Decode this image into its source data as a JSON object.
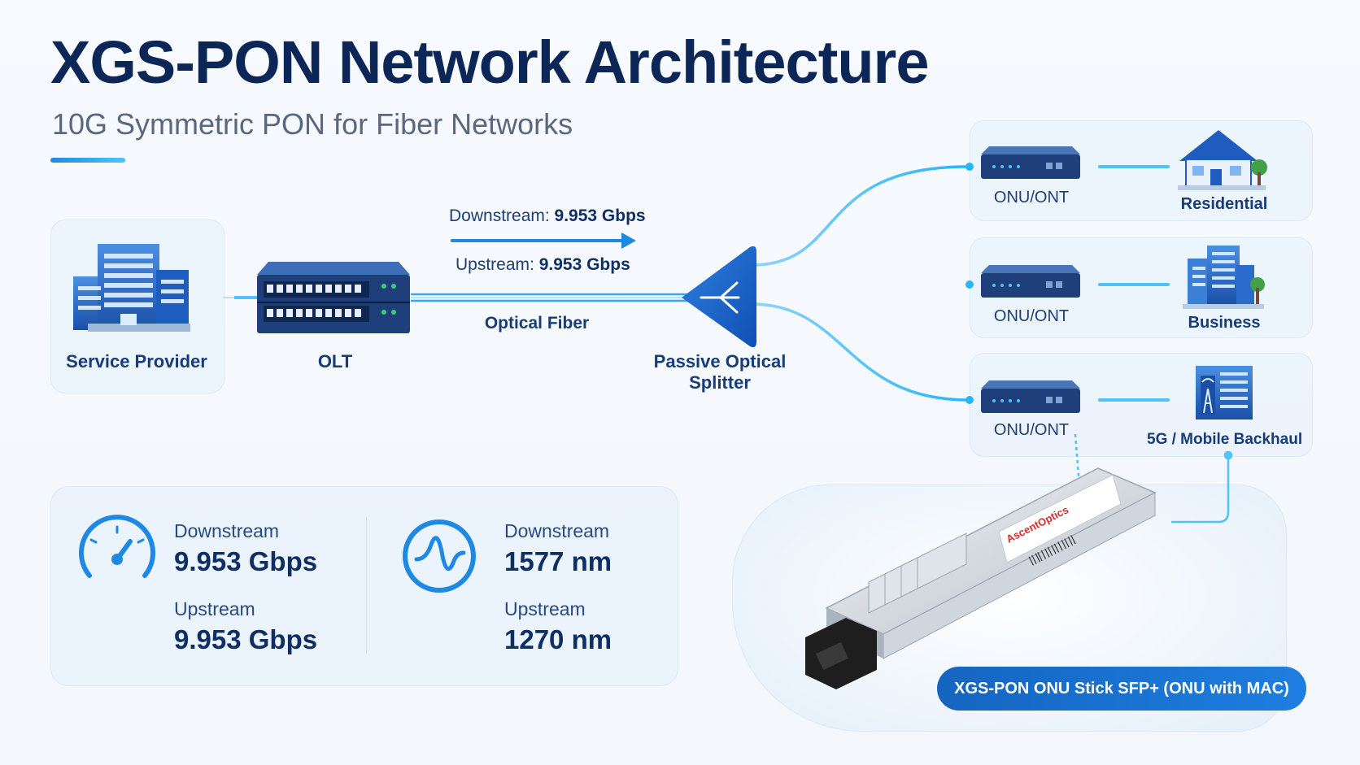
{
  "title": "XGS-PON Network Architecture",
  "subtitle": "10G Symmetric PON for Fiber Networks",
  "colors": {
    "accent": "#1e88e5",
    "fiber": "#4fc3f7",
    "title": "#0c2757",
    "caption_bg": "#1565c0"
  },
  "network": {
    "provider": {
      "label": "Service Provider",
      "icon": "office-building-icon"
    },
    "olt": {
      "label": "OLT",
      "icon": "olt-switch-icon"
    },
    "link": {
      "downstream_prefix": "Downstream: ",
      "downstream_value": "9.953 Gbps",
      "upstream_prefix": "Upstream: ",
      "upstream_value": "9.953 Gbps",
      "fiber_label": "Optical Fiber"
    },
    "splitter": {
      "label": "Passive Optical Splitter",
      "icon": "splitter-icon"
    },
    "branches": [
      {
        "onu_label": "ONU/ONT",
        "endpoint": "Residential",
        "icon": "house-icon"
      },
      {
        "onu_label": "ONU/ONT",
        "endpoint": "Business",
        "icon": "office-tower-icon"
      },
      {
        "onu_label": "ONU/ONT",
        "endpoint": "5G / Mobile Backhaul",
        "icon": "cell-tower-building-icon"
      }
    ]
  },
  "stats": {
    "speed": {
      "icon": "speedometer-icon",
      "downstream_caption": "Downstream",
      "downstream_value": "9.953 Gbps",
      "upstream_caption": "Upstream",
      "upstream_value": "9.953 Gbps"
    },
    "wavelength": {
      "icon": "waveform-icon",
      "downstream_caption": "Downstream",
      "downstream_value": "1577 nm",
      "upstream_caption": "Upstream",
      "upstream_value": "1270 nm"
    }
  },
  "module": {
    "caption": "XGS-PON ONU Stick SFP+ (ONU with MAC)",
    "brand": "AscentOptics",
    "icon": "sfp-module-icon"
  }
}
